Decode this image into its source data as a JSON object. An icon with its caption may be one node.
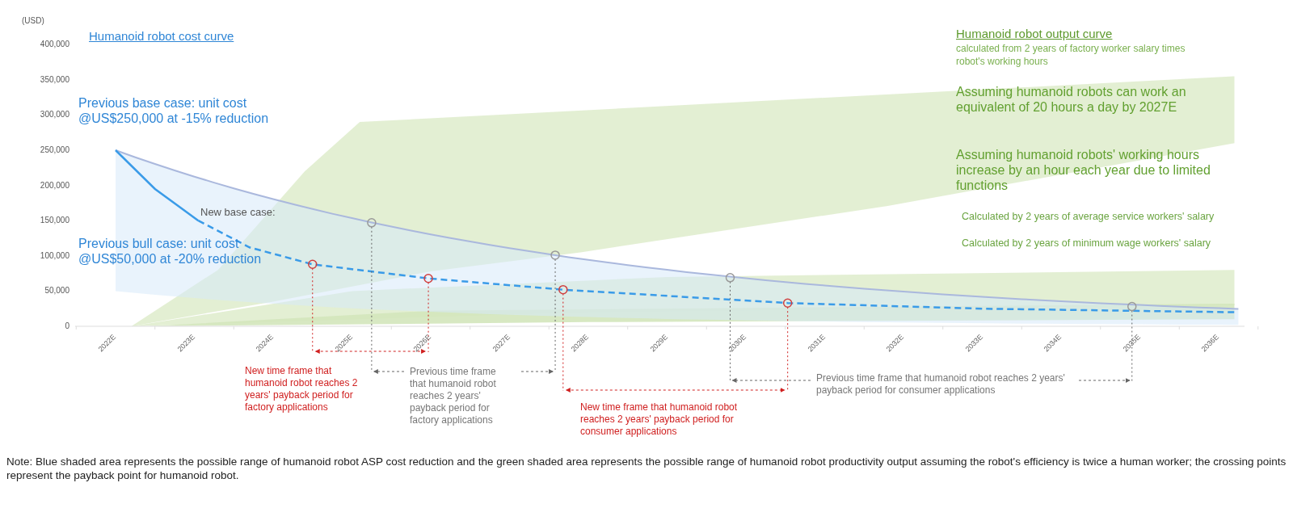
{
  "diagram": {
    "caption": "Note: Blue shaded area represents the possible range of humanoid robot ASP cost reduction and the green shaded area represents the possible range of humanoid robot productivity output assuming the robot's efficiency is twice a human worker; the crossing points represent the payback point for humanoid robot.",
    "labels": [
      "(USD)",
      "Humanoid robot cost curve",
      "Humanoid robot output curve",
      "calculated from 2 years of factory worker salary times robot's working hours",
      "400,000",
      "350,000",
      "Assuming humanoid robots can work an equivalent of 20 hours a day by 2027E",
      "300,000",
      "Previous base case: unit cost @US$250,000 at -15% reduction",
      "250,000",
      "Assuming humanoid robots' working hours increase by an hour each year due to limited functions",
      "200,000",
      "150,000",
      "New base case:",
      "Calculated by 2 years of average service workers' salary",
      "100,000",
      "Previous bull case: unit cost @US$50,000 at -20% reduction",
      "Calculated by 2 years of minimum wage workers' salary",
      "50,000",
      "0",
      "2022E",
      "2023E",
      "2024E",
      "2025E",
      "2026E",
      "2027E",
      "2028E",
      "2029E",
      "2030E",
      "2031E",
      "2032E",
      "2033E",
      "2034E",
      "2035E",
      "2036E",
      "New time frame that humanoid robot reaches 2 years' payback period for factory applications",
      "Previous time frame that humanoid robot reaches 2 years' payback period for factory applications",
      "Previous time frame that humanoid robot reaches 2 years' payback period for consumer applications",
      "New time frame that humanoid robot reaches 2 years' payback period for consumer applications"
    ]
  }
}
